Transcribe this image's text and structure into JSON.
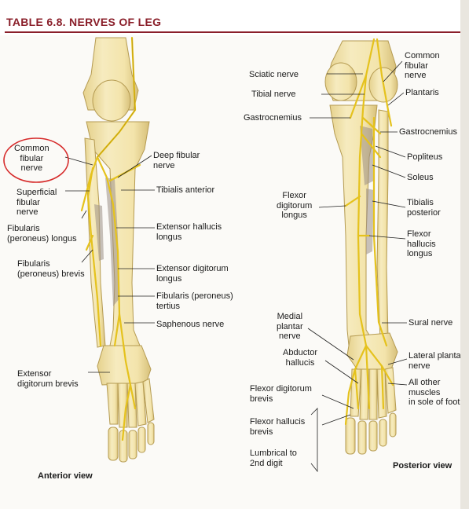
{
  "header": {
    "title": "TABLE 6.8.   NERVES OF LEG"
  },
  "views": {
    "anterior": "Anterior view",
    "posterior": "Posterior view"
  },
  "anterior_labels": {
    "common_fibular": [
      "Common",
      "fibular",
      "nerve"
    ],
    "deep_fibular": [
      "Deep fibular",
      "nerve"
    ],
    "superficial_fibular": [
      "Superficial",
      "fibular",
      "nerve"
    ],
    "tibialis_anterior": [
      "Tibialis anterior"
    ],
    "fibularis_longus": [
      "Fibularis",
      "(peroneus) longus"
    ],
    "extensor_hallucis_longus": [
      "Extensor hallucis",
      "longus"
    ],
    "fibularis_brevis": [
      "Fibularis",
      "(peroneus) brevis"
    ],
    "extensor_digitorum_longus": [
      "Extensor digitorum",
      "longus"
    ],
    "fibularis_tertius": [
      "Fibularis (peroneus)",
      "tertius"
    ],
    "saphenous": [
      "Saphenous nerve"
    ],
    "extensor_digitorum_brevis": [
      "Extensor",
      "digitorum brevis"
    ]
  },
  "posterior_labels": {
    "sciatic": [
      "Sciatic nerve"
    ],
    "common_fibular": [
      "Common",
      "fibular",
      "nerve"
    ],
    "tibial": [
      "Tibial nerve"
    ],
    "plantaris": [
      "Plantaris"
    ],
    "gastrocnemius_left": [
      "Gastrocnemius"
    ],
    "gastrocnemius_right": [
      "Gastrocnemius"
    ],
    "popliteus": [
      "Popliteus"
    ],
    "soleus": [
      "Soleus"
    ],
    "flexor_digitorum_longus": [
      "Flexor",
      "digitorum",
      "longus"
    ],
    "tibialis_posterior": [
      "Tibialis",
      "posterior"
    ],
    "flexor_hallucis_longus": [
      "Flexor",
      "hallucis",
      "longus"
    ],
    "medial_plantar": [
      "Medial",
      "plantar",
      "nerve"
    ],
    "sural": [
      "Sural nerve"
    ],
    "abductor_hallucis": [
      "Abductor",
      "hallucis"
    ],
    "lateral_plantar": [
      "Lateral plantar",
      "nerve"
    ],
    "all_other": [
      "All other",
      "muscles",
      "in sole of foot"
    ],
    "flexor_digitorum_brevis": [
      "Flexor digitorum",
      "brevis"
    ],
    "flexor_hallucis_brevis": [
      "Flexor hallucis",
      "brevis"
    ],
    "lumbrical": [
      "Lumbrical to",
      "2nd digit"
    ]
  },
  "colors": {
    "header_red": "#8a1f2a",
    "bone": "#f3e6b4",
    "bone_shade": "#d9c483",
    "nerve": "#e5c21d",
    "nerve_dark": "#b08e0a",
    "muscle": "#9c8f86",
    "annotation_circle": "#d62a2a",
    "leader": "#222222"
  }
}
